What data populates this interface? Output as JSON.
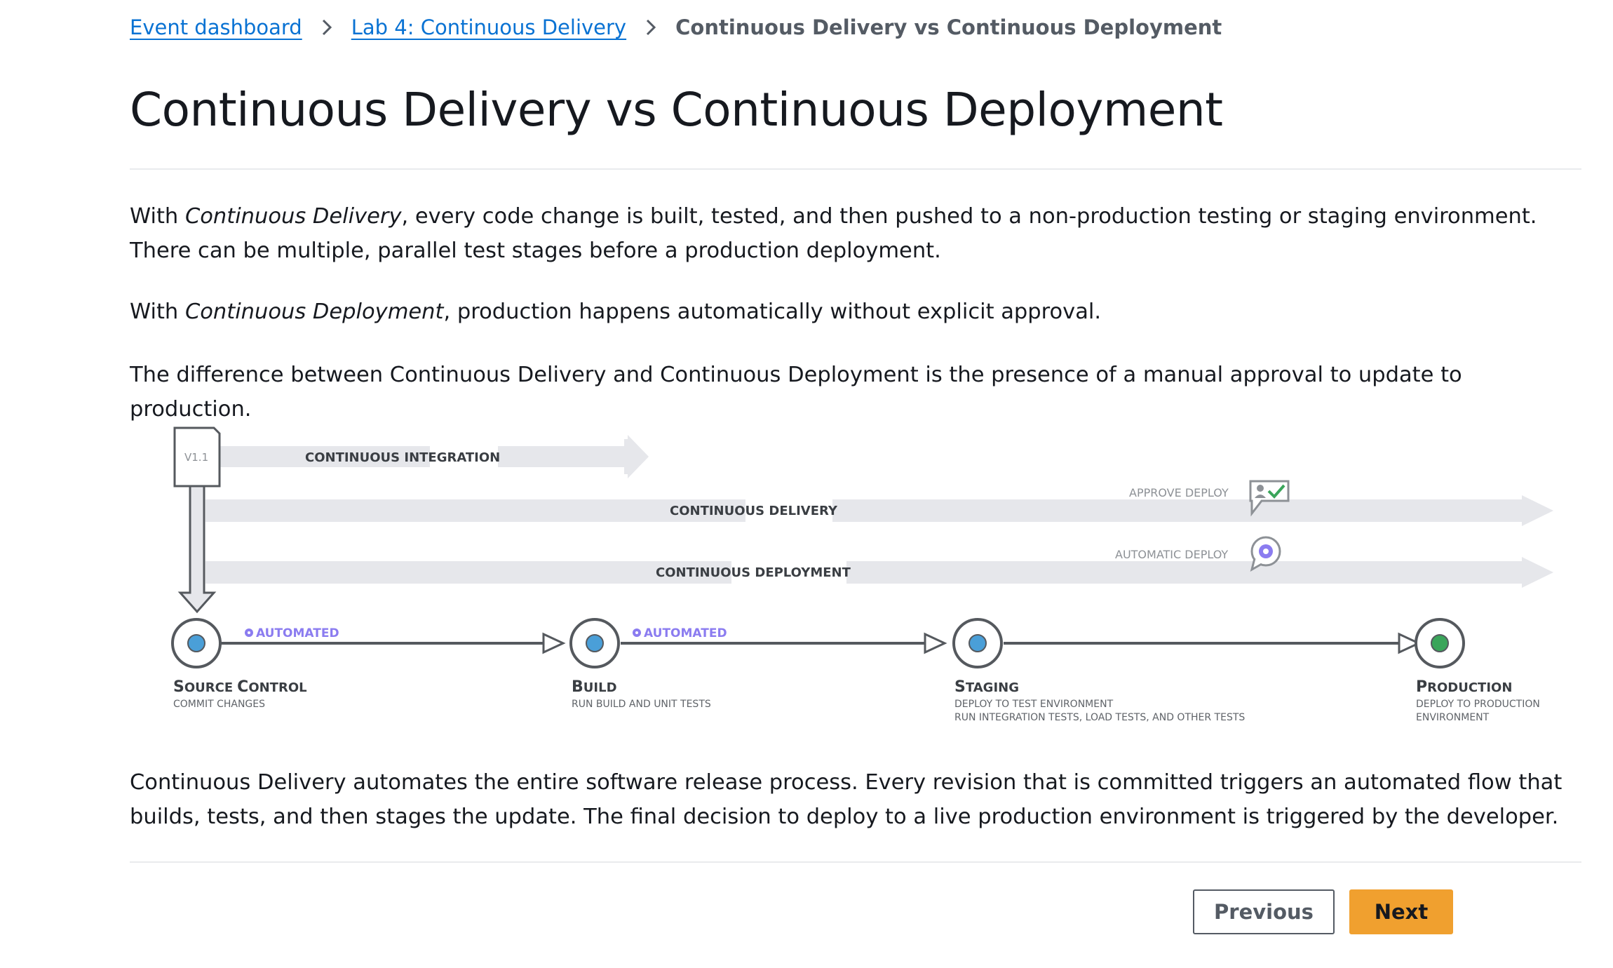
{
  "breadcrumb": {
    "items": [
      {
        "label": "Event dashboard"
      },
      {
        "label": "Lab 4: Continuous Delivery"
      },
      {
        "label": "Continuous Delivery vs Continuous Deployment"
      }
    ]
  },
  "page": {
    "title": "Continuous Delivery vs Continuous Deployment"
  },
  "content": {
    "p1_pre": "With ",
    "p1_em": "Continuous Delivery",
    "p1_post": ", every code change is built, tested, and then pushed to a non-production testing or staging environment. There can be multiple, parallel test stages before a production deployment.",
    "p2_pre": "With ",
    "p2_em": "Continuous Deployment",
    "p2_post": ", production happens automatically without explicit approval.",
    "p3": "The difference between Continuous Delivery and Continuous Deployment is the presence of a manual approval to update to production.",
    "p4": "Continuous Delivery automates the entire software release process. Every revision that is committed triggers an automated flow that builds, tests, and then stages the update. The final decision to deploy to a live production environment is triggered by the developer."
  },
  "diagram": {
    "version_label": "V1.1",
    "lanes": {
      "integration": "CONTINUOUS INTEGRATION",
      "delivery": "CONTINUOUS DELIVERY",
      "deployment": "CONTINUOUS DEPLOYMENT"
    },
    "approve_deploy": "APPROVE DEPLOY",
    "automatic_deploy": "AUTOMATIC DEPLOY",
    "automated_1": "AUTOMATED",
    "automated_2": "AUTOMATED",
    "stages": {
      "source": {
        "name_cap": "S",
        "name_rest": "OURCE",
        "name_cap2": "C",
        "name_rest2": "ONTROL",
        "sub1": "COMMIT CHANGES"
      },
      "build": {
        "name_cap": "B",
        "name_rest": "UILD",
        "sub1": "RUN BUILD AND UNIT TESTS"
      },
      "staging": {
        "name_cap": "S",
        "name_rest": "TAGING",
        "sub1": "DEPLOY TO TEST ENVIRONMENT",
        "sub2": "RUN INTEGRATION TESTS, LOAD TESTS, AND OTHER TESTS"
      },
      "production": {
        "name_cap": "P",
        "name_rest": "RODUCTION",
        "sub1": "DEPLOY TO PRODUCTION",
        "sub2": "ENVIRONMENT"
      }
    },
    "colors": {
      "lane": "#e6e7eb",
      "line": "#55595e",
      "node_blue": "#4a9fd8",
      "node_green": "#3aa55a",
      "automated": "#8b7cf0",
      "check": "#3aa55a"
    }
  },
  "nav": {
    "previous_label": "Previous",
    "next_label": "Next"
  }
}
